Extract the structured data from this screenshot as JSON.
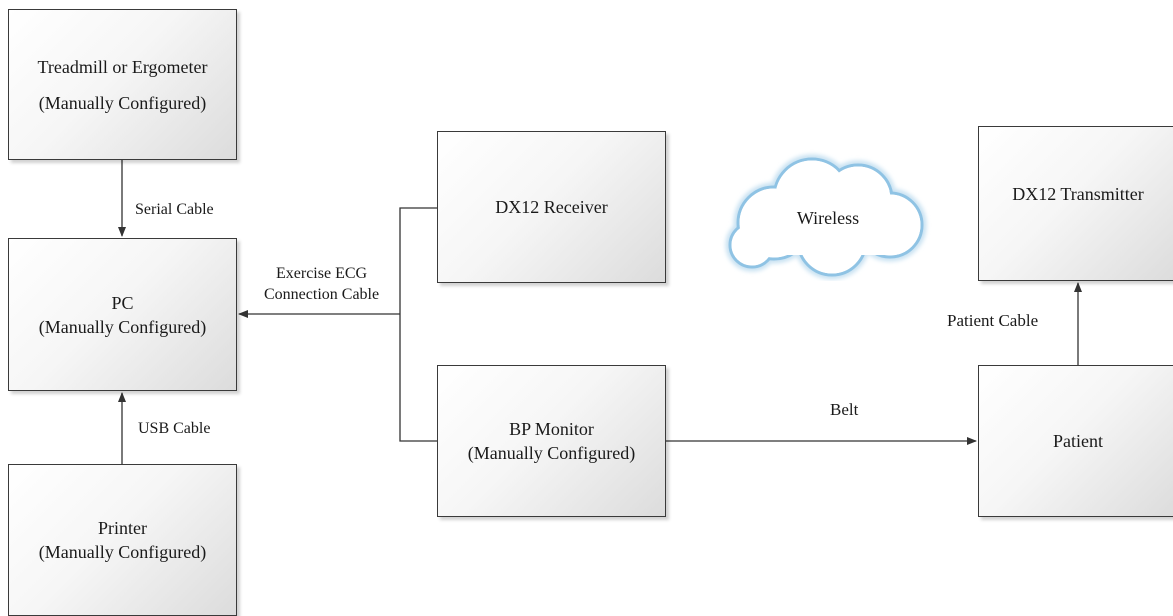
{
  "nodes": {
    "treadmill": {
      "line1": "Treadmill or Ergometer",
      "line2": "(Manually Configured)"
    },
    "pc": {
      "line1": "PC",
      "line2": "(Manually Configured)"
    },
    "printer": {
      "line1": "Printer",
      "line2": "(Manually Configured)"
    },
    "receiver": {
      "line1": "DX12 Receiver"
    },
    "bp_monitor": {
      "line1": "BP Monitor",
      "line2": "(Manually Configured)"
    },
    "transmitter": {
      "line1": "DX12 Transmitter"
    },
    "patient": {
      "line1": "Patient"
    },
    "cloud": {
      "label": "Wireless"
    }
  },
  "connections": {
    "serial_cable": "Serial Cable",
    "usb_cable": "USB Cable",
    "ecg_cable_line1": "Exercise ECG",
    "ecg_cable_line2": "Connection Cable",
    "belt": "Belt",
    "patient_cable": "Patient Cable"
  },
  "colors": {
    "box_border": "#3a3a3a",
    "connector": "#333333",
    "cloud_stroke": "#8fc3e4",
    "cloud_fill": "#ffffff"
  }
}
